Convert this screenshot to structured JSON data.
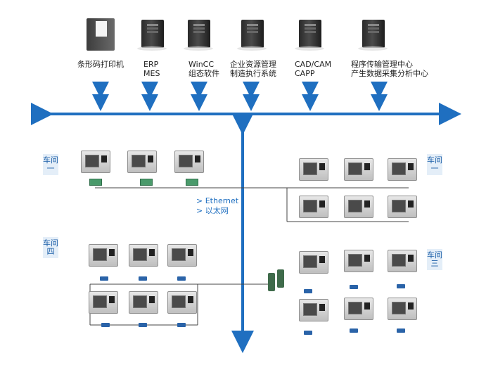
{
  "devices": {
    "printer": "条形码打印机",
    "erp": [
      "ERP",
      "MES"
    ],
    "wincc": [
      "WinCC",
      "组态软件"
    ],
    "erp_cn": [
      "企业资源管理",
      "制造执行系统"
    ],
    "cad": [
      "CAD/CAM",
      "CAPP"
    ],
    "center": [
      "程序传输管理中心",
      "产生数据采集分析中心"
    ]
  },
  "ethernet": {
    "line1": ">  Ethernet",
    "line2": ">  以太网"
  },
  "workshops": {
    "left_top": "车间一",
    "right_top": "车间一",
    "left_bottom": "车间四",
    "right_bottom": "车间三"
  },
  "colors": {
    "bus": "#1f6fc0",
    "link": "#333333"
  }
}
